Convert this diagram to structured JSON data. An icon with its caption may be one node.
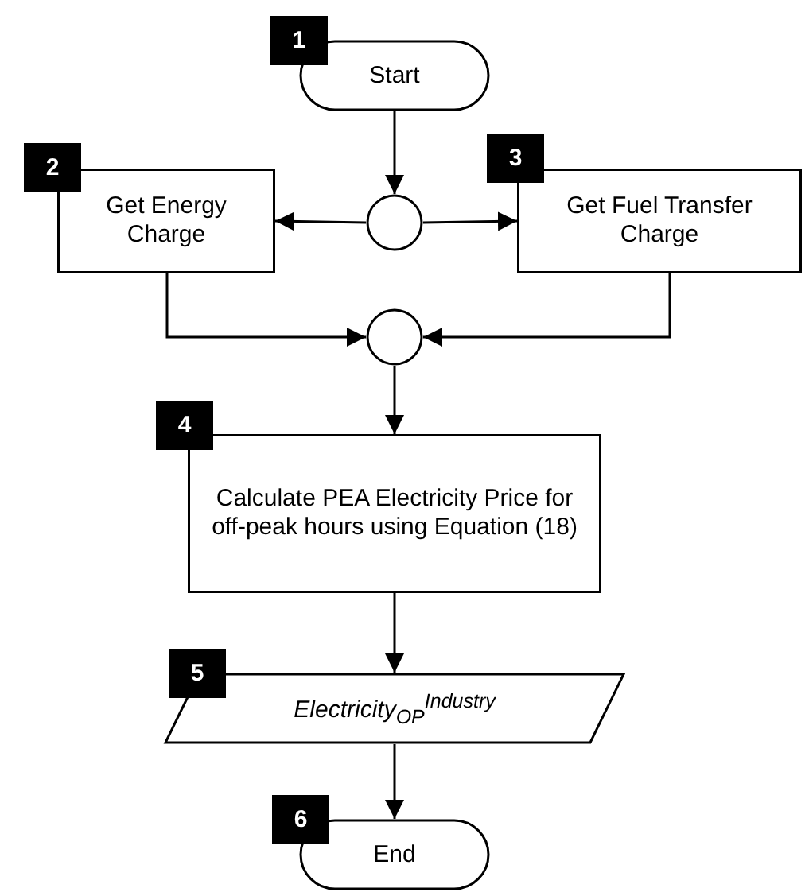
{
  "diagram": {
    "nodes": [
      {
        "text": [
          "Start"
        ],
        "beside": [
          "1"
        ]
      },
      {
        "text": [],
        "shape": "circle"
      },
      {
        "text": [
          "Get Energy Charge"
        ],
        "beside": [
          "2"
        ]
      },
      {
        "text": [
          "Get Fuel Transfer Charge"
        ],
        "beside": [
          "3"
        ]
      },
      {
        "text": [],
        "shape": "circle"
      },
      {
        "text": [
          "Calculate PEA Electricity Price for off-peak hours using Equation (18)"
        ],
        "beside": [
          "4"
        ]
      },
      {
        "text": [
          "Electricity$_{OP}$$^{Industry}$"
        ],
        "beside": [
          "5"
        ]
      },
      {
        "text": [
          "End"
        ],
        "beside": [
          "6"
        ]
      }
    ],
    "edges": [
      {
        "from": 0,
        "to": 1,
        "arrow": "to"
      },
      {
        "from": 1,
        "to": 2,
        "arrow": "to"
      },
      {
        "from": 1,
        "to": 3,
        "arrow": "to"
      },
      {
        "from": 2,
        "to": 4,
        "arrow": "to"
      },
      {
        "from": 3,
        "to": 4,
        "arrow": "to"
      },
      {
        "from": 4,
        "to": 5,
        "arrow": "to"
      },
      {
        "from": 5,
        "to": 6,
        "arrow": "to"
      },
      {
        "from": 6,
        "to": 7,
        "arrow": "to"
      }
    ]
  }
}
